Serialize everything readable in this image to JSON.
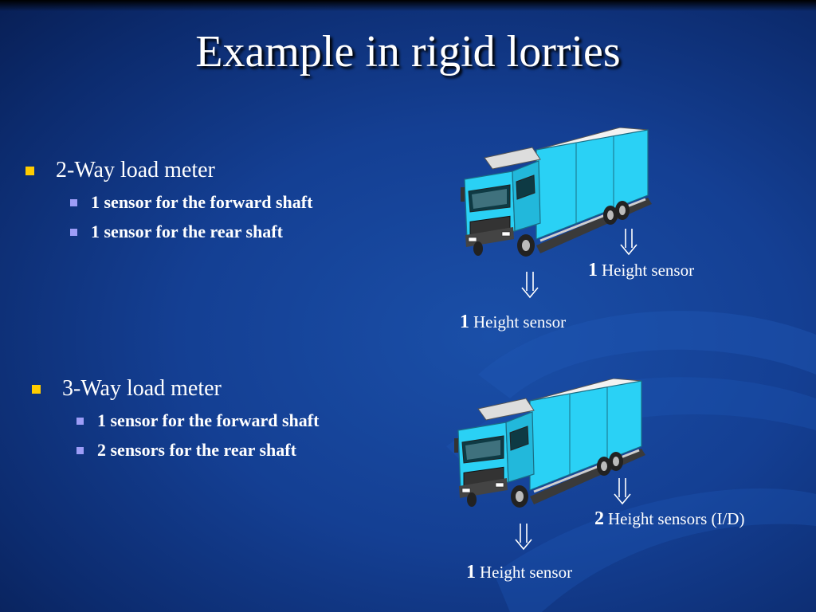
{
  "title": "Example in rigid lorries",
  "sections": [
    {
      "heading": "2-Way load meter",
      "items": [
        "1 sensor for the forward shaft",
        "1 sensor for the rear shaft"
      ],
      "labels": [
        {
          "num": "1",
          "text": "Height sensor"
        },
        {
          "num": "1",
          "text": "Height sensor"
        }
      ]
    },
    {
      "heading": "3-Way load meter",
      "items": [
        "1 sensor for the forward shaft",
        "2 sensors for the rear shaft"
      ],
      "labels": [
        {
          "num": "2",
          "text": "Height sensors (I/D)"
        },
        {
          "num": "1",
          "text": "Height sensor"
        }
      ]
    }
  ],
  "colors": {
    "background": "#143f93",
    "title": "#ffffff",
    "bullet_level1": "#ffcc00",
    "bullet_level2": "#9d9df7",
    "truck_body": "#2ad1f5"
  },
  "icons": [
    "truck-illustration",
    "down-double-arrow-icon"
  ]
}
